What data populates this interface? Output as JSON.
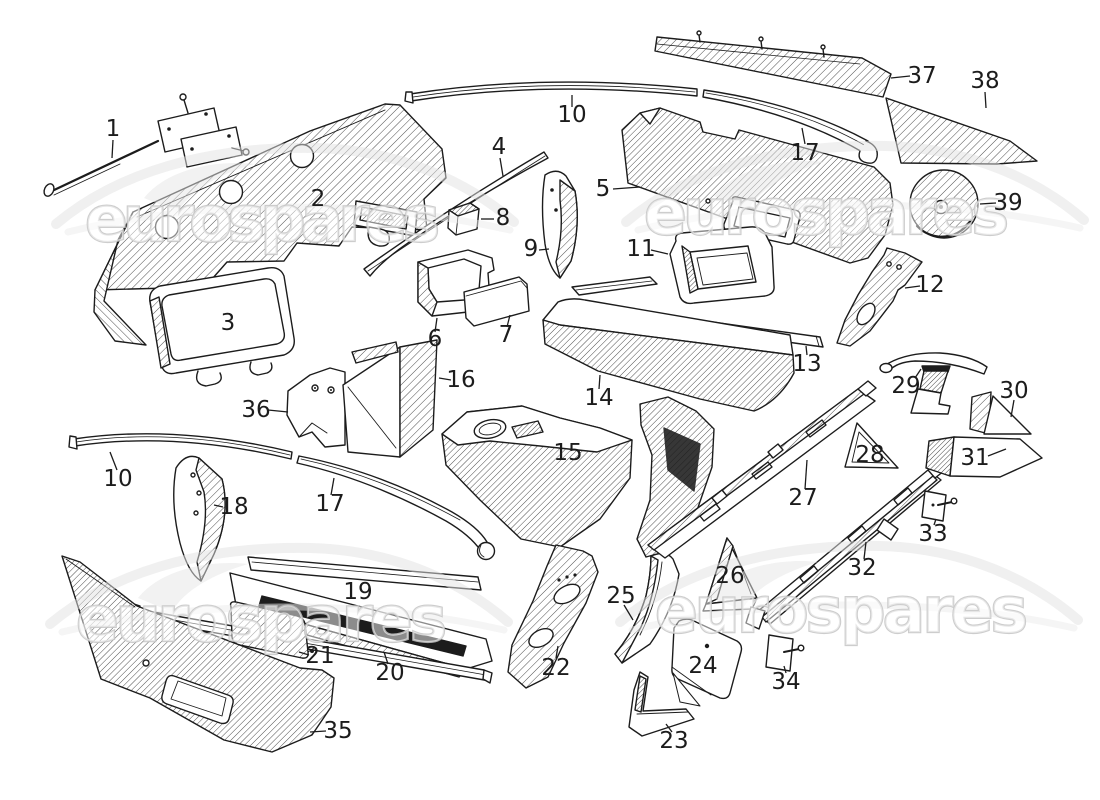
{
  "figure": {
    "background": "#ffffff",
    "ink_color": "#1c1c1c",
    "description_visible_text_only": true
  },
  "watermark": {
    "text": "eurospares",
    "text_fill": "#ffffff",
    "outline_color": "#c5c5c5",
    "swoosh_color": "#e2e2e2",
    "instances": 4
  },
  "callouts": [
    {
      "label": "1"
    },
    {
      "label": "2"
    },
    {
      "label": "3"
    },
    {
      "label": "4"
    },
    {
      "label": "5"
    },
    {
      "label": "6"
    },
    {
      "label": "7"
    },
    {
      "label": "8"
    },
    {
      "label": "9"
    },
    {
      "label": "10"
    },
    {
      "label": "17"
    },
    {
      "label": "11"
    },
    {
      "label": "12"
    },
    {
      "label": "13"
    },
    {
      "label": "14"
    },
    {
      "label": "15"
    },
    {
      "label": "16"
    },
    {
      "label": "36"
    },
    {
      "label": "37"
    },
    {
      "label": "38"
    },
    {
      "label": "39"
    },
    {
      "label": "10"
    },
    {
      "label": "17"
    },
    {
      "label": "18"
    },
    {
      "label": "19"
    },
    {
      "label": "20"
    },
    {
      "label": "21"
    },
    {
      "label": "22"
    },
    {
      "label": "23"
    },
    {
      "label": "24"
    },
    {
      "label": "25"
    },
    {
      "label": "26"
    },
    {
      "label": "27"
    },
    {
      "label": "28"
    },
    {
      "label": "29"
    },
    {
      "label": "30"
    },
    {
      "label": "31"
    },
    {
      "label": "32"
    },
    {
      "label": "33"
    },
    {
      "label": "34"
    },
    {
      "label": "35"
    }
  ]
}
